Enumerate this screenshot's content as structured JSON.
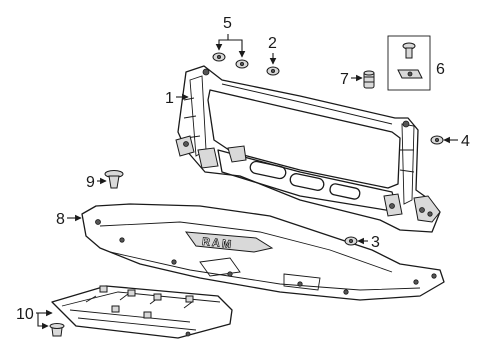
{
  "callouts": {
    "c1": "1",
    "c2": "2",
    "c3": "3",
    "c4": "4",
    "c5": "5",
    "c6": "6",
    "c7": "7",
    "c8": "8",
    "c9": "9",
    "c10": "10"
  },
  "emblem_text": "RAM"
}
